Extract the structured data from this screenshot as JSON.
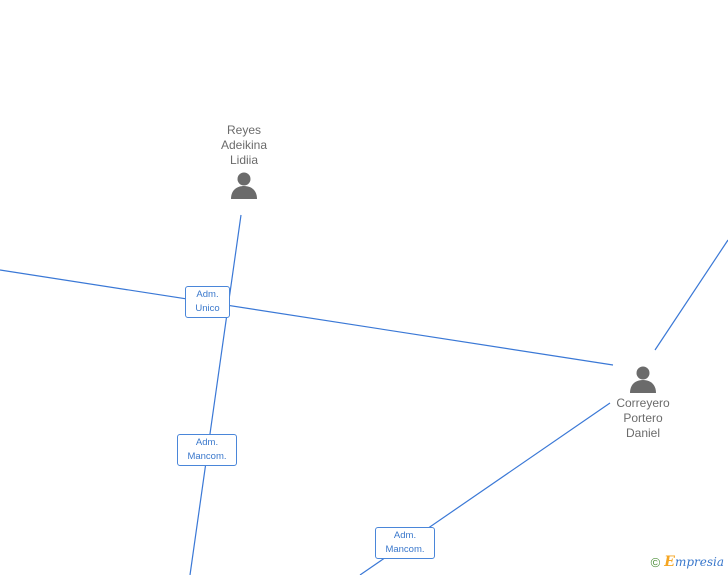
{
  "people": [
    {
      "id": "reyes",
      "name_lines": [
        "Reyes",
        "Adeikina",
        "Lidiia"
      ]
    },
    {
      "id": "correyero",
      "name_lines": [
        "Correyero",
        "Portero",
        "Daniel"
      ]
    }
  ],
  "roles": [
    {
      "id": "adm-unico",
      "lines": [
        "Adm.",
        "Unico"
      ]
    },
    {
      "id": "adm-mancom-1",
      "lines": [
        "Adm.",
        "Mancom."
      ]
    },
    {
      "id": "adm-mancom-2",
      "lines": [
        "Adm.",
        "Mancom."
      ]
    }
  ],
  "colors": {
    "edge": "#3a78d6",
    "person": "#6b6b6b",
    "label_text": "#3a78cc"
  },
  "footer": {
    "copyright_symbol": "©",
    "brand_first": "E",
    "brand_rest": "mpresia"
  }
}
